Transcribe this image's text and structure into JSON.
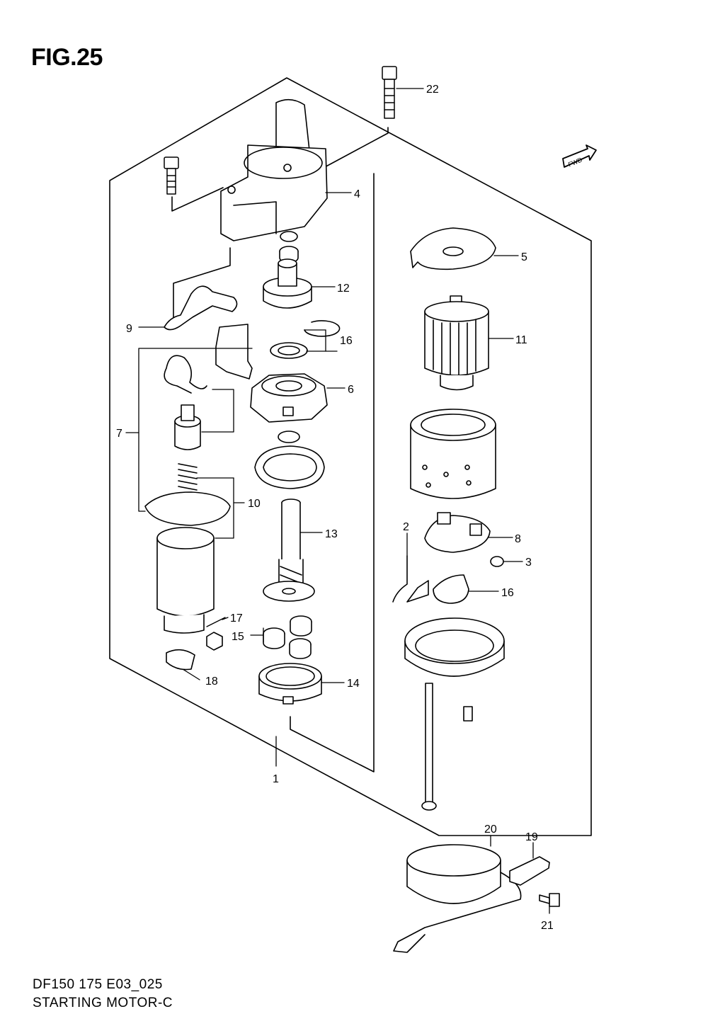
{
  "figure": {
    "title": "FIG.25",
    "code": "DF150 175 E03_025",
    "caption": "STARTING MOTOR-C",
    "direction_badge": "FWD"
  },
  "callouts": [
    {
      "id": "c1",
      "label": "1"
    },
    {
      "id": "c2",
      "label": "2"
    },
    {
      "id": "c3",
      "label": "3"
    },
    {
      "id": "c4",
      "label": "4"
    },
    {
      "id": "c5",
      "label": "5"
    },
    {
      "id": "c6",
      "label": "6"
    },
    {
      "id": "c7",
      "label": "7"
    },
    {
      "id": "c8",
      "label": "8"
    },
    {
      "id": "c9",
      "label": "9"
    },
    {
      "id": "c10",
      "label": "10"
    },
    {
      "id": "c11",
      "label": "11"
    },
    {
      "id": "c12",
      "label": "12"
    },
    {
      "id": "c13",
      "label": "13"
    },
    {
      "id": "c14",
      "label": "14"
    },
    {
      "id": "c15",
      "label": "15"
    },
    {
      "id": "c16a",
      "label": "16"
    },
    {
      "id": "c16b",
      "label": "16"
    },
    {
      "id": "c17",
      "label": "17"
    },
    {
      "id": "c18",
      "label": "18"
    },
    {
      "id": "c19",
      "label": "19"
    },
    {
      "id": "c20",
      "label": "20"
    },
    {
      "id": "c21",
      "label": "21"
    },
    {
      "id": "c22",
      "label": "22"
    }
  ],
  "colors": {
    "ink": "#000000",
    "paper": "#ffffff",
    "shade": "#d8d8d8"
  }
}
